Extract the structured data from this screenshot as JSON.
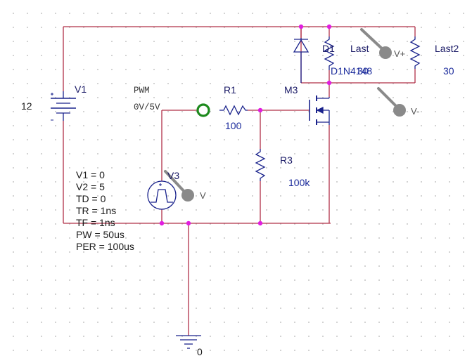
{
  "colors": {
    "wire": "#b03048",
    "component": "#1a238c",
    "node": "#e01ee0",
    "probe": "#8a8a8a",
    "marker": "#1d8a1d"
  },
  "labels": {
    "battery_value": "12",
    "battery_name": "V1",
    "pwm_name": "PWM",
    "pwm_range": "0V/5V",
    "r1_name": "R1",
    "r1_value": "100",
    "r3_name": "R3",
    "r3_value": "100k",
    "mosfet_name": "M3",
    "diode_name": "D1",
    "diode_model": "D1N4148",
    "last_name": "Last",
    "last_value": "30",
    "last2_name": "Last2",
    "last2_value": "30",
    "pulse_name": "V3",
    "ground_label": "0"
  },
  "pulse_params": [
    "V1 = 0",
    "V2 = 5",
    "TD = 0",
    "TR = 1ns",
    "TF = 1ns",
    "PW = 50us",
    "PER = 100us"
  ],
  "probes": {
    "pulse_probe": "V",
    "vplus_probe": "V+",
    "vminus_probe": "V-"
  }
}
